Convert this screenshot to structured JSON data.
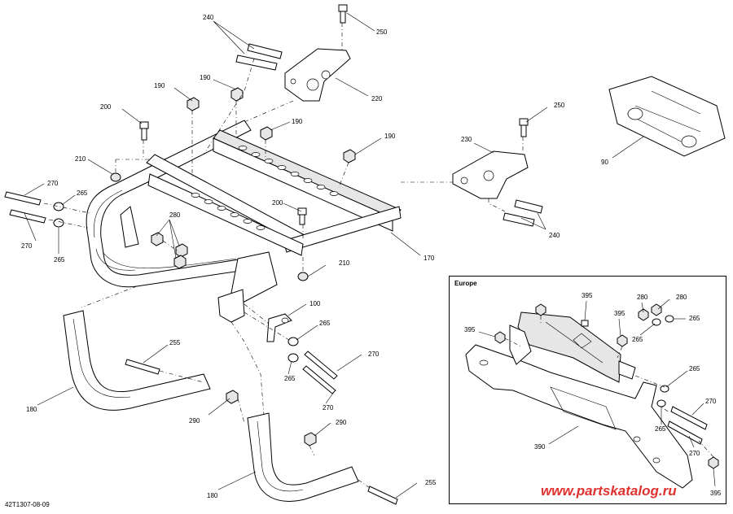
{
  "diagram": {
    "document_ref": "42T1307-08-09",
    "watermark": "www.partskatalog.ru",
    "inset_title": "Europe",
    "callouts": {
      "c240a": "240",
      "c250a": "250",
      "c220": "220",
      "c190a": "190",
      "c190b": "190",
      "c200a": "200",
      "c190c": "190",
      "c190d": "190",
      "c210a": "210",
      "c270a": "270",
      "c265a": "265",
      "c270b": "270",
      "c265b": "265",
      "c280a": "280",
      "c200b": "200",
      "c210b": "210",
      "c170": "170",
      "c100": "100",
      "c265c": "265",
      "c270c": "270",
      "c265d": "265",
      "c270d": "270",
      "c255a": "255",
      "c290a": "290",
      "c180a": "180",
      "c290b": "290",
      "c180b": "180",
      "c255b": "255",
      "c250b": "250",
      "c230": "230",
      "c240b": "240",
      "c90": "90",
      "e395a": "395",
      "e395b": "395",
      "e395c": "395",
      "e280a": "280",
      "e280b": "280",
      "e265a": "265",
      "e265b": "265",
      "e265c": "265",
      "e265d": "265",
      "e270a": "270",
      "e270b": "270",
      "e390": "390",
      "e395d": "395"
    }
  }
}
